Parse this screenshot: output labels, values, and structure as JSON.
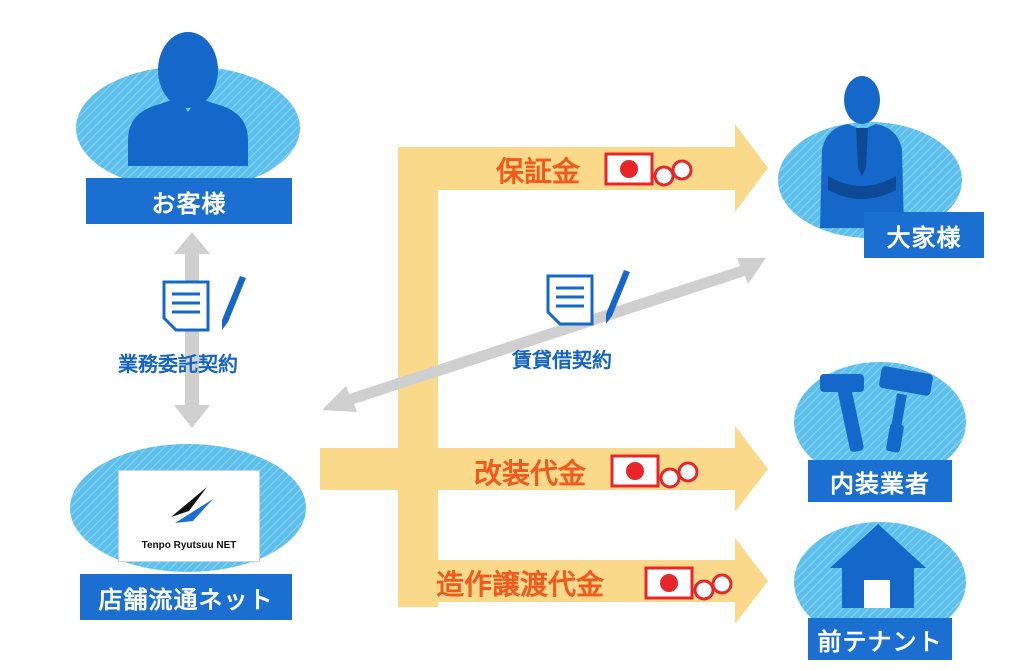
{
  "parties": {
    "customer": "お客様",
    "landlord": "大家様",
    "interior": "内装業者",
    "prev_tenant": "前テナント",
    "company": "店舗流通ネット"
  },
  "logo_text": "Tenpo Ryutsuu NET",
  "contracts": {
    "consignment": "業務委託契約",
    "lease": "賃貸借契約"
  },
  "payments": {
    "deposit": "保証金",
    "renovation": "改装代金",
    "transfer": "造作譲渡代金"
  },
  "colors": {
    "accent_blue": "#1a6fd0",
    "light_blue": "#5dc0ec",
    "orange_text": "#f05a1e",
    "arrow_yellow": "#fbd98a",
    "arrow_gray": "#cfcfcf"
  }
}
